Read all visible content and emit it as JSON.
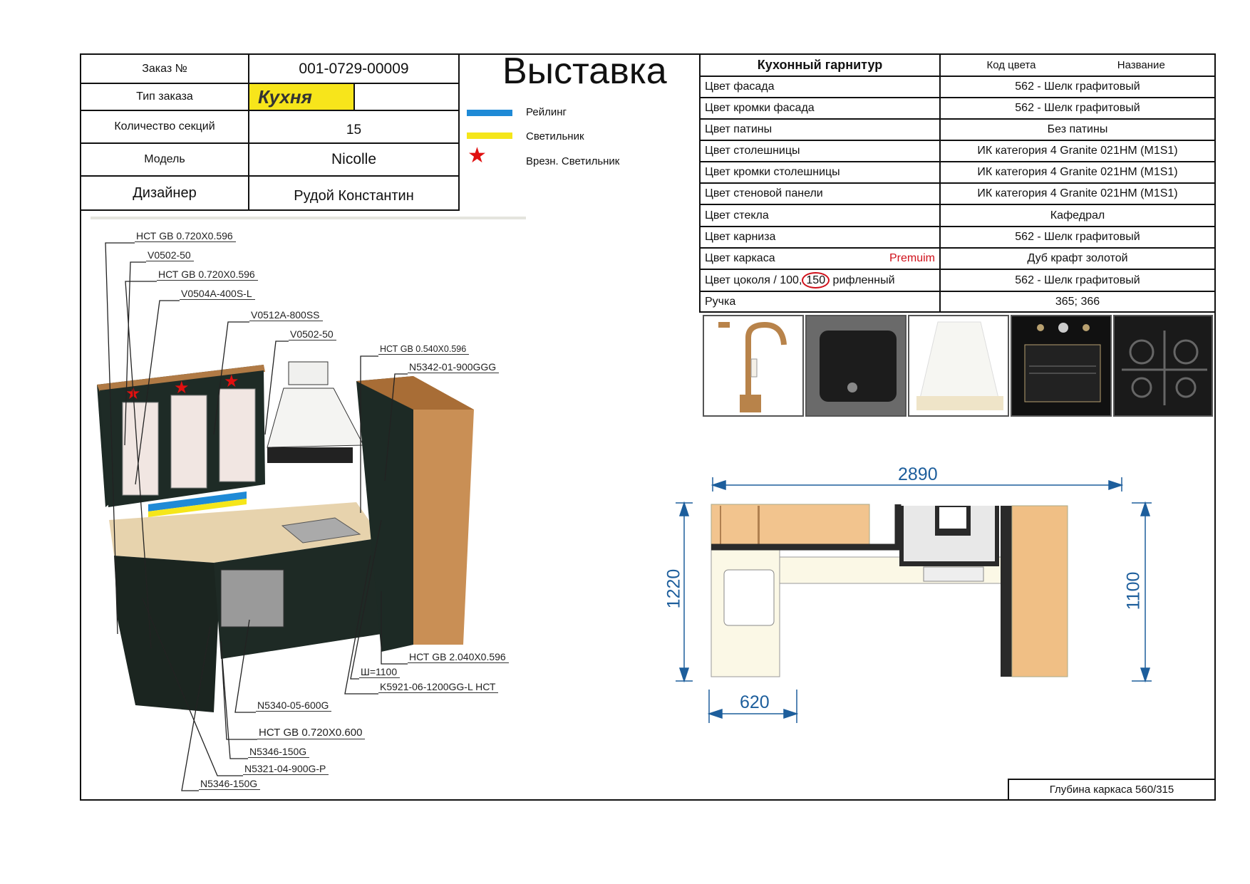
{
  "order": {
    "rows": [
      {
        "label": "Заказ №",
        "value": "001-0729-00009"
      },
      {
        "label": "Тип заказа",
        "value": "Кухня"
      },
      {
        "label": "Количество секций",
        "value": "15"
      },
      {
        "label": "Модель",
        "value": "Nicolle"
      },
      {
        "label": "Дизайнер",
        "value": "Рудой Константин"
      }
    ]
  },
  "title": "Выставка",
  "legend": {
    "items": [
      {
        "label": "Рейлинг",
        "color": "#1f8ad6"
      },
      {
        "label": "Светильник",
        "color": "#f5e61a"
      },
      {
        "label": "Врезн. Светильник",
        "color": "#e01010"
      }
    ]
  },
  "spec": {
    "header": {
      "col1": "Кухонный гарнитур",
      "col2a": "Код цвета",
      "col2b": "Название"
    },
    "premium_label": "Premuim",
    "plinth": {
      "pre": "Цвет цоколя / 100,",
      "circled": "150",
      "post": "рифленный"
    },
    "rows": [
      {
        "label": "Цвет фасада",
        "value": "562 - Шелк графитовый"
      },
      {
        "label": "Цвет кромки фасада",
        "value": "562 - Шелк графитовый"
      },
      {
        "label": "Цвет патины",
        "value": "Без патины"
      },
      {
        "label": "Цвет столешницы",
        "value": "ИК категория 4 Granite 021HM (M1S1)"
      },
      {
        "label": "Цвет кромки столешницы",
        "value": "ИК категория 4 Granite 021HM (M1S1)"
      },
      {
        "label": "Цвет стеновой панели",
        "value": "ИК категория 4 Granite 021HM (M1S1)"
      },
      {
        "label": "Цвет стекла",
        "value": "Кафедрал"
      },
      {
        "label": "Цвет карниза",
        "value": "562 - Шелк графитовый"
      },
      {
        "label": "Цвет каркаса",
        "value": "Дуб крафт золотой"
      },
      {
        "label": "",
        "value": "562 - Шелк графитовый"
      },
      {
        "label": "Ручка",
        "value": "365; 366"
      }
    ]
  },
  "callouts": [
    "НСТ GB 0.720X0.596",
    "V0502-50",
    "НСТ GB 0.720X0.596",
    "V0504A-400S-L",
    "V0512A-800SS",
    "V0502-50",
    "НСТ GB 0.540X0.596",
    "N5342-01-900GGG",
    "НСТ GB 2.040X0.596",
    "Ш=1100",
    "K5921-06-1200GG-L НСТ",
    "N5340-05-600G",
    "НСТ GB 0.720X0.600",
    "N5346-150G",
    "N5321-04-900G-P",
    "N5346-150G"
  ],
  "plan": {
    "width": "2890",
    "depth_left": "1220",
    "depth_right": "1100",
    "sink_width": "620",
    "dim_color": "#1d5e9c"
  },
  "footer": "Глубина каркаса 560/315"
}
